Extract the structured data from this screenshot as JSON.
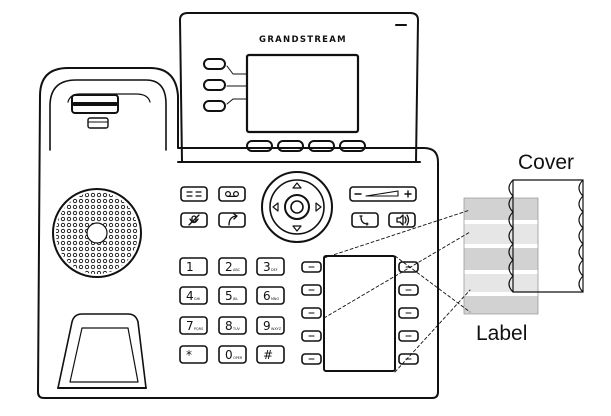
{
  "brand": "GRANDSTREAM",
  "labels": {
    "cover": "Cover",
    "label": "Label"
  },
  "keypad": [
    {
      "digit": "1",
      "letters": ""
    },
    {
      "digit": "2",
      "letters": "ABC"
    },
    {
      "digit": "3",
      "letters": "DEF"
    },
    {
      "digit": "4",
      "letters": "GHI"
    },
    {
      "digit": "5",
      "letters": "JKL"
    },
    {
      "digit": "6",
      "letters": "MNO"
    },
    {
      "digit": "7",
      "letters": "PQRS"
    },
    {
      "digit": "8",
      "letters": "TUV"
    },
    {
      "digit": "9",
      "letters": "WXYZ"
    },
    {
      "digit": "*",
      "letters": ""
    },
    {
      "digit": "0",
      "letters": "OPER"
    },
    {
      "digit": "#",
      "letters": ""
    }
  ],
  "icons": {
    "phonebook_key": "phonebook-icon",
    "voicemail_key": "voicemail-icon",
    "mute_key": "mute-icon",
    "transfer_key": "transfer-icon",
    "headset_key": "headset-icon",
    "speaker_key": "speaker-icon",
    "volume_minus": "minus-icon",
    "volume_plus": "plus-icon",
    "nav_up": "arrow-up-icon",
    "nav_down": "arrow-down-icon",
    "nav_left": "arrow-left-icon",
    "nav_right": "arrow-right-icon"
  },
  "colors": {
    "line": "#111111",
    "background": "#ffffff",
    "label_shade": "#d2d2d2"
  }
}
